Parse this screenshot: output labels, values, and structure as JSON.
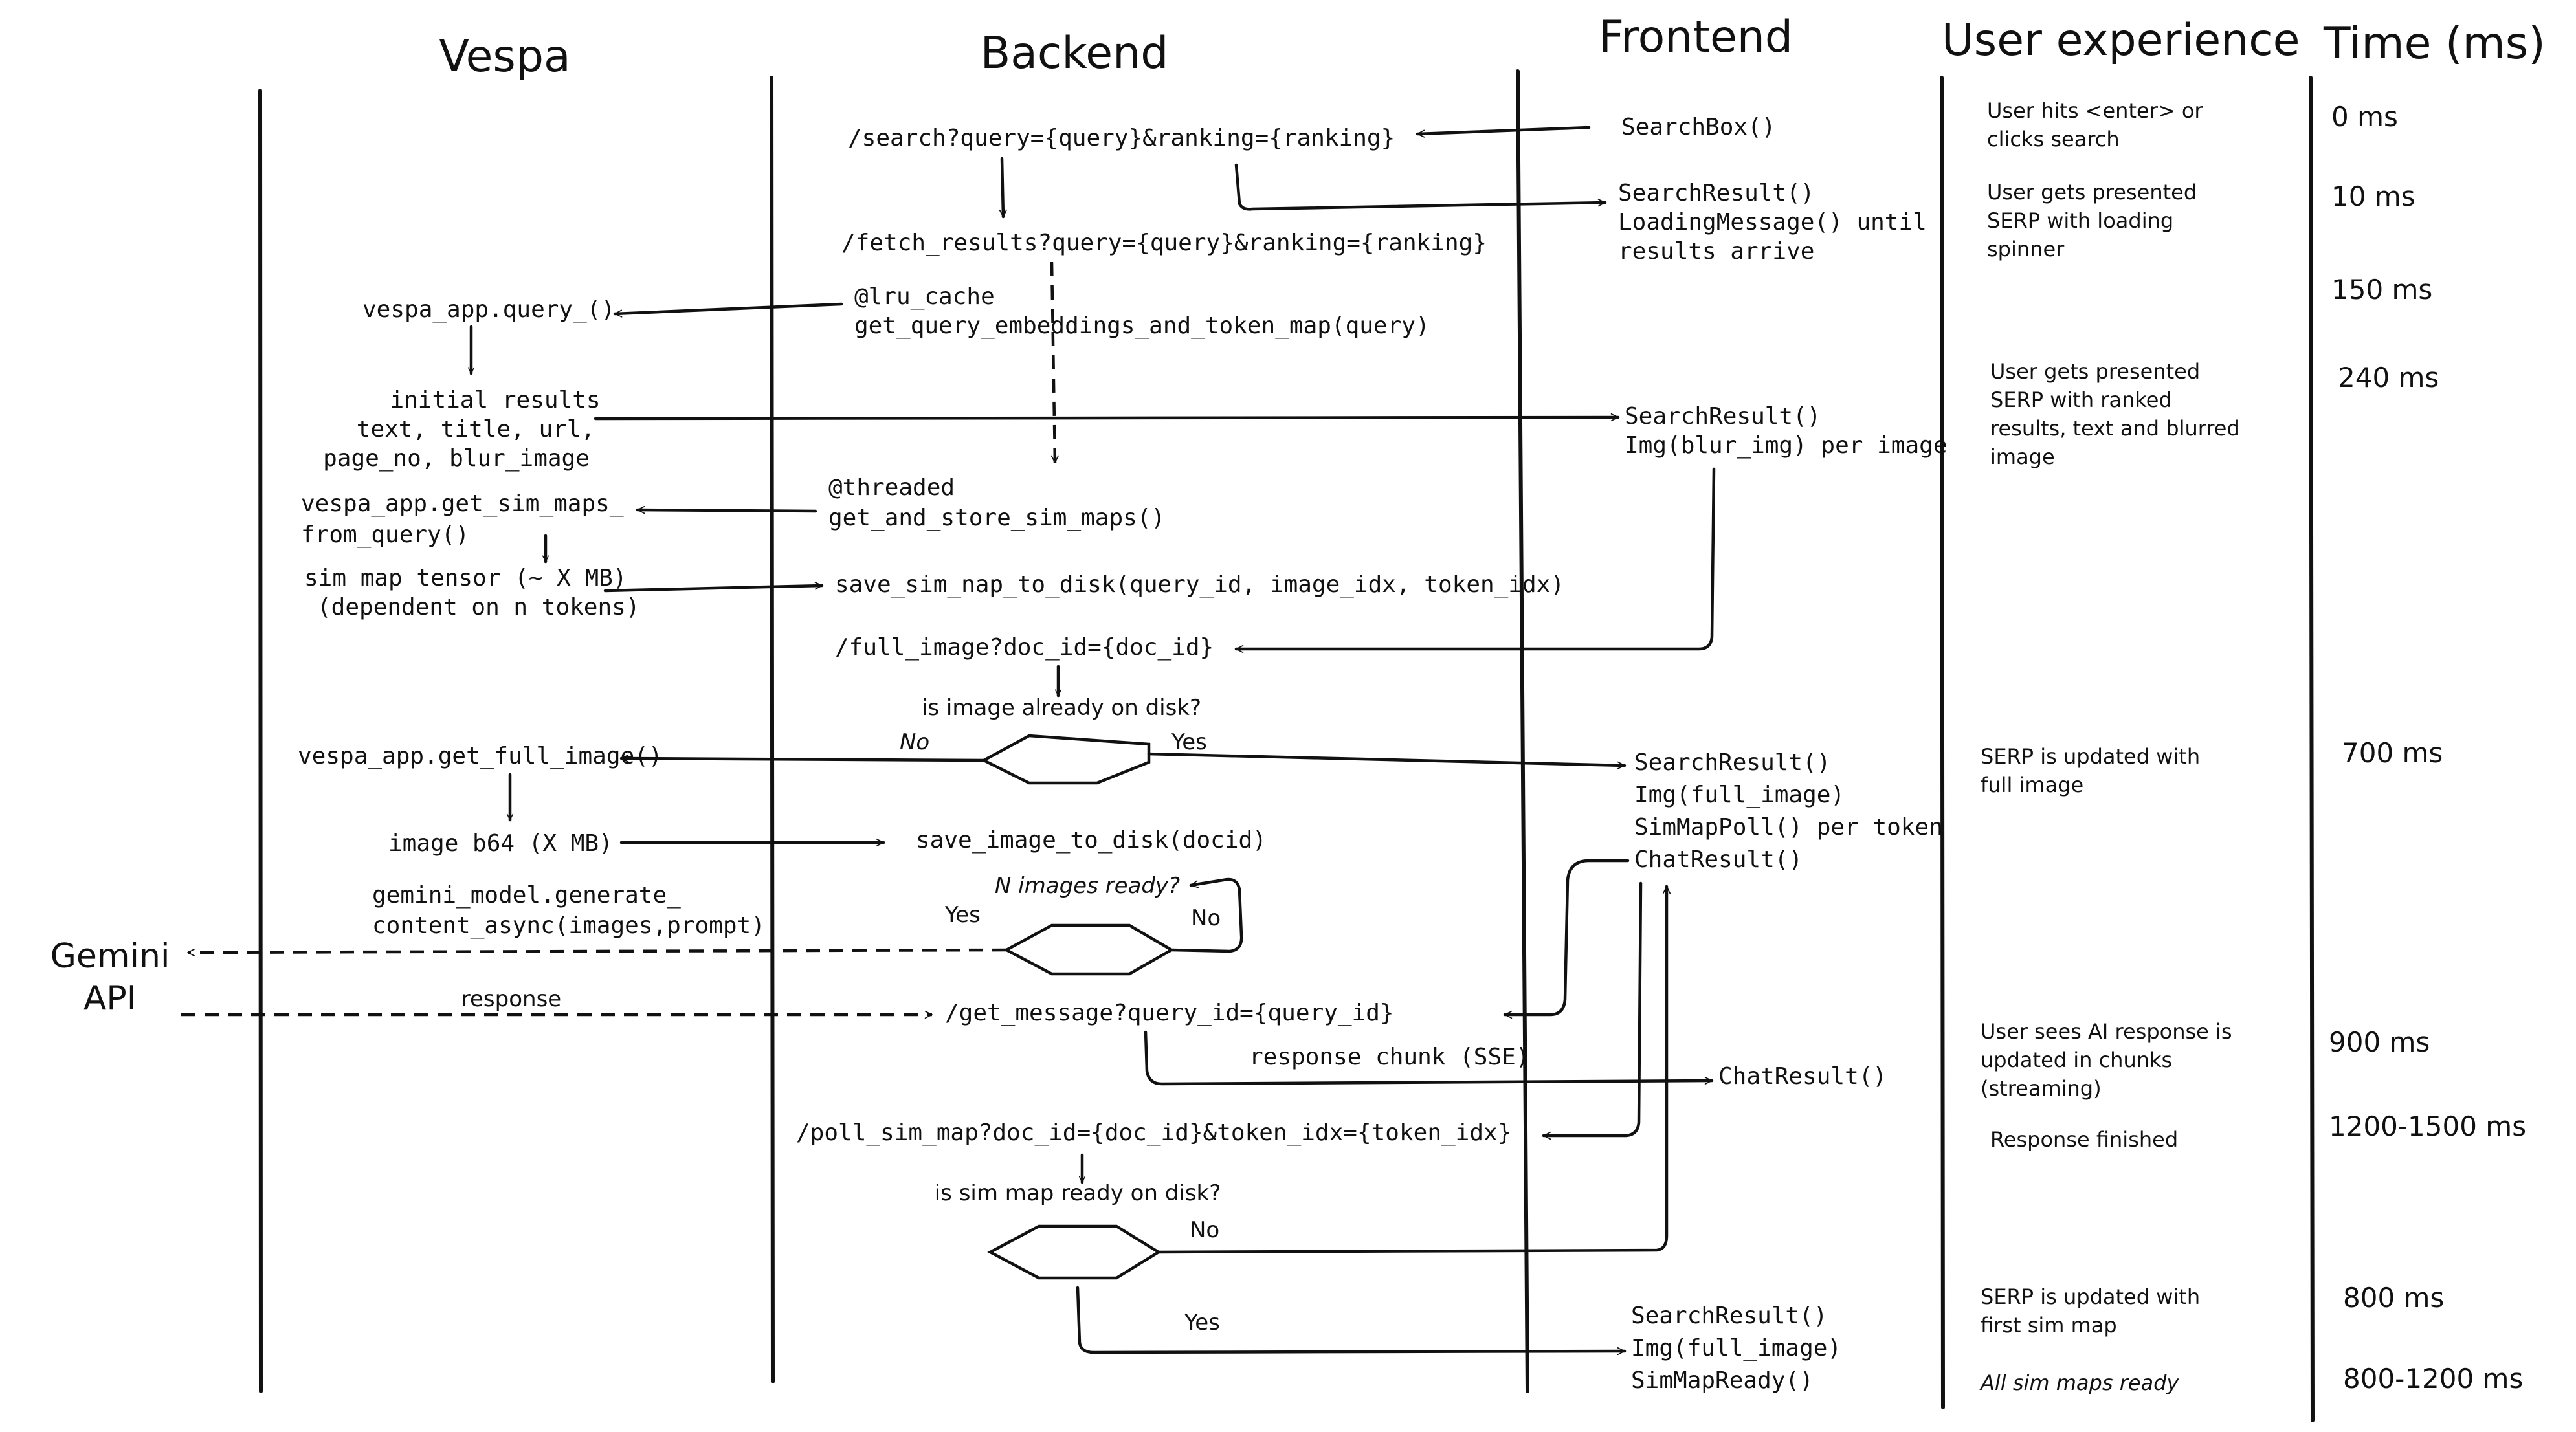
{
  "columns": {
    "vespa": "Vespa",
    "backend": "Backend",
    "frontend": "Frontend",
    "user_experience": "User experience",
    "time": "Time (ms)"
  },
  "frontend": {
    "searchbox": "SearchBox()",
    "searchresult_1": "SearchResult()",
    "loading_1": "LoadingMessage() until",
    "loading_2": "results arrive",
    "searchresult_2": "SearchResult()",
    "img_blur": "Img(blur_img) per image",
    "searchresult_3": "SearchResult()",
    "img_full_1": "Img(full_image)",
    "simmappoll": "SimMapPoll() per token",
    "chatresult_1": "ChatResult()",
    "chatresult_2": "ChatResult()",
    "searchresult_4": "SearchResult()",
    "img_full_2": "Img(full_image)",
    "simmapready": "SimMapReady()"
  },
  "backend": {
    "search": "/search?query={query}&ranking={ranking}",
    "fetch_results": "/fetch_results?query={query}&ranking={ranking}",
    "lru_cache": "@lru_cache",
    "get_query_embeddings": "get_query_embeddings_and_token_map(query)",
    "threaded": "@threaded",
    "get_and_store_sim_maps": "get_and_store_sim_maps()",
    "save_sim_map": "save_sim_nap_to_disk(query_id, image_idx, token_idx)",
    "full_image": "/full_image?doc_id={doc_id}",
    "image_on_disk_q": "is image already on disk?",
    "save_image": "save_image_to_disk(docid)",
    "n_images_ready_q": "N images ready?",
    "get_message": "/get_message?query_id={query_id}",
    "response_chunk": "response chunk (SSE)",
    "poll_sim_map": "/poll_sim_map?doc_id={doc_id}&token_idx={token_idx}",
    "sim_map_ready_q": "is sim map ready on disk?"
  },
  "vespa": {
    "query": "vespa_app.query_()",
    "initial_results_1": "initial results",
    "initial_results_2": "text, title, url,",
    "initial_results_3": "page_no, blur_image",
    "get_sim_maps_1": "vespa_app.get_sim_maps_",
    "get_sim_maps_2": "from_query()",
    "sim_map_tensor_1": "sim map tensor (~ X MB)",
    "sim_map_tensor_2": "(dependent on n tokens)",
    "get_full_image": "vespa_app.get_full_image()",
    "image_b64": "image b64 (X MB)",
    "gemini_call_1": "gemini_model.generate_",
    "gemini_call_2": "content_async(images,prompt)"
  },
  "gemini": {
    "name_1": "Gemini",
    "name_2": "API",
    "response": "response"
  },
  "edge_labels": {
    "no_1": "No",
    "yes_1": "Yes",
    "yes_2": "Yes",
    "no_2": "No",
    "no_3": "No",
    "yes_3": "Yes"
  },
  "user_experience": [
    [
      "User hits <enter> or",
      "clicks search"
    ],
    [
      "User gets presented",
      "SERP with loading",
      "spinner"
    ],
    [
      "User gets presented",
      "SERP with ranked",
      "results, text and blurred",
      "image"
    ],
    [
      "SERP is updated with",
      "full image"
    ],
    [
      "User sees AI response is",
      "updated in chunks",
      "(streaming)"
    ],
    [
      "Response finished"
    ],
    [
      "SERP is updated with",
      "first sim map"
    ],
    [
      "All sim maps ready"
    ]
  ],
  "times": [
    "0 ms",
    "10 ms",
    "150 ms",
    "240 ms",
    "700 ms",
    "900 ms",
    "1200-1500 ms",
    "800 ms",
    "800-1200 ms"
  ]
}
